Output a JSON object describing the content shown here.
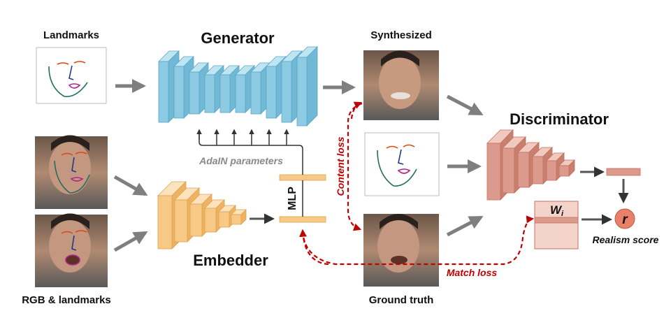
{
  "labels": {
    "landmarks": "Landmarks",
    "generator": "Generator",
    "synthesized": "Synthesized",
    "discriminator": "Discriminator",
    "adain_parameters": "AdaIN parameters",
    "content_loss": "Content loss",
    "mlp": "MLP",
    "embedder": "Embedder",
    "rgb_landmarks": "RGB & landmarks",
    "ground_truth": "Ground truth",
    "match_loss": "Match loss",
    "realism_score": "Realism score",
    "w_i_base": "W",
    "w_i_sub": "i",
    "r": "r"
  },
  "colors": {
    "generator_blue": "#8ccbe3",
    "embedder_orange": "#f8c984",
    "discriminator_red": "#dc9a8c",
    "loss_red": "#c00000",
    "arrow_grey": "#7f7f7f"
  }
}
